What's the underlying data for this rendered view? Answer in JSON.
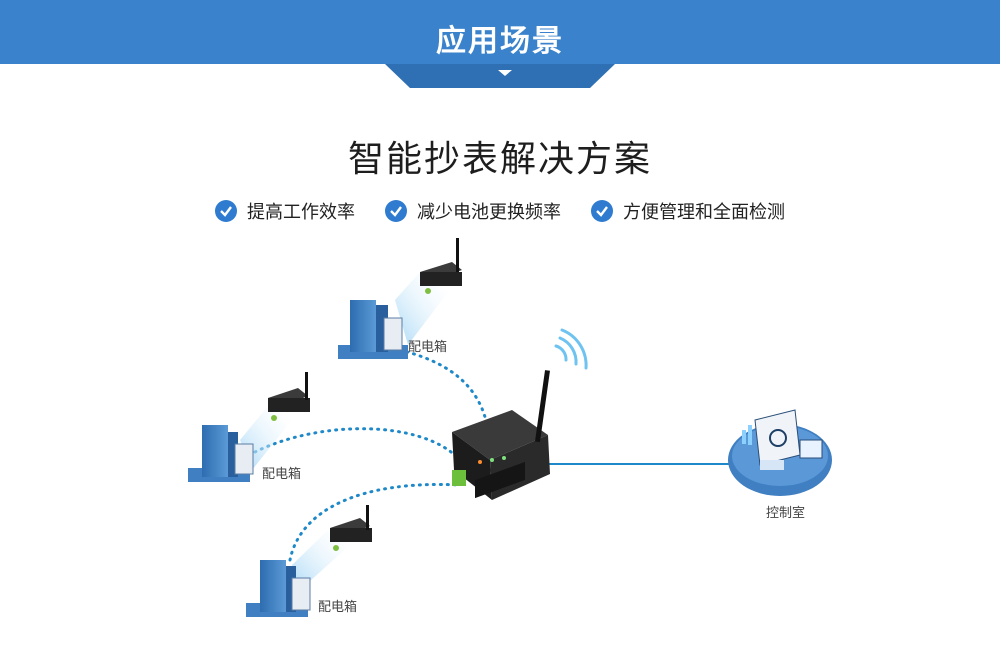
{
  "header": {
    "title": "应用场景"
  },
  "main_title": "智能抄表解决方案",
  "features": [
    "提高工作效率",
    "减少电池更换频率",
    "方便管理和全面检测"
  ],
  "nodes": {
    "cabinet_label": "配电箱",
    "control_label": "控制室"
  },
  "colors": {
    "banner": "#3a82cb",
    "check": "#2e7bd0",
    "link": "#1e88c8",
    "wifi": "#6ec3f0"
  },
  "icons": [
    "check-icon",
    "wifi-signal-icon",
    "building-icon",
    "radio-module-icon",
    "gateway-icon",
    "control-room-icon"
  ]
}
